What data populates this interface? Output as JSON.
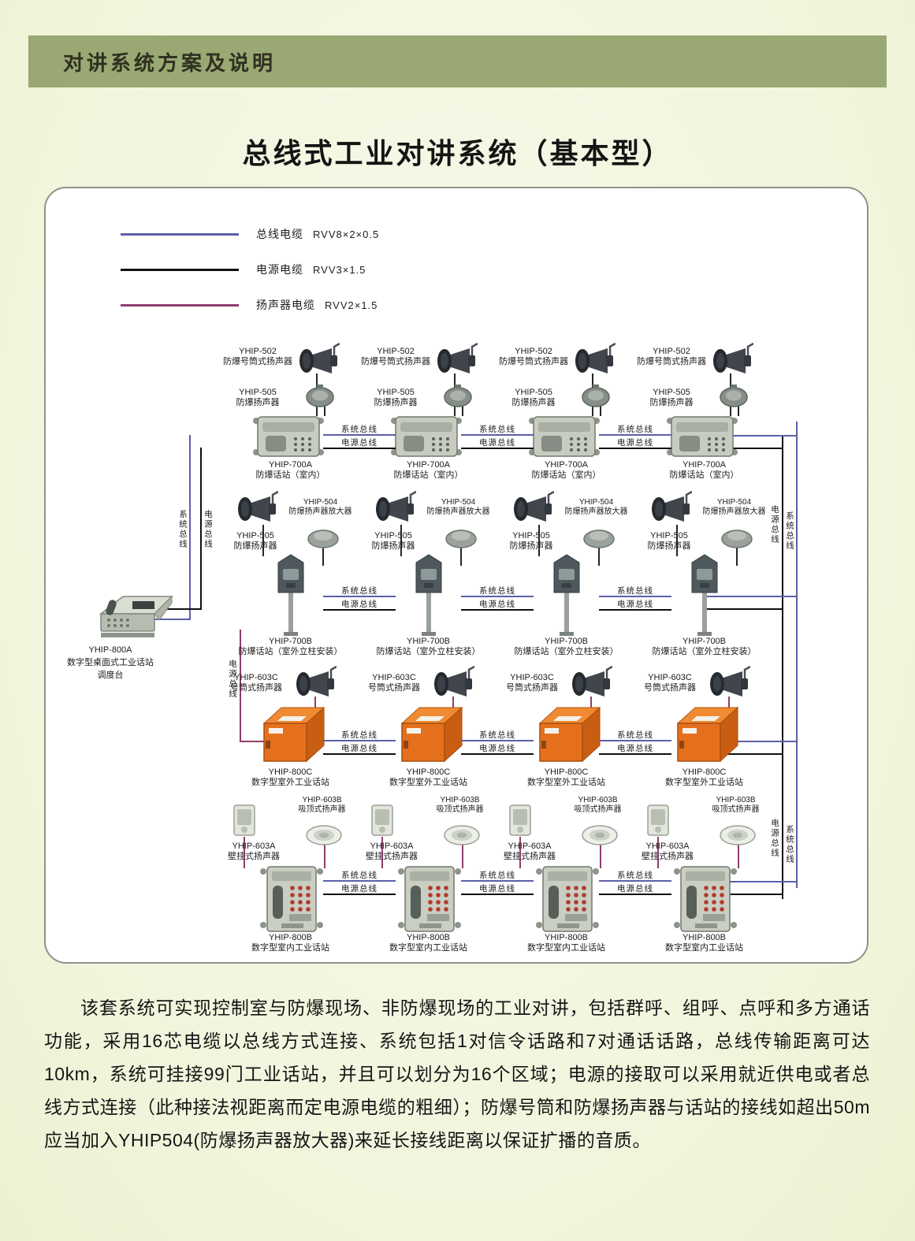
{
  "colors": {
    "header_band": "#9aa873",
    "bus_line": "#5c5fa8",
    "power_line": "#101010",
    "speaker_line": "#8f3e6e",
    "station_orange": "#e4701d"
  },
  "page": {
    "header": "对讲系统方案及说明",
    "title": "总线式工业对讲系统（基本型）"
  },
  "legend": {
    "items": [
      {
        "label": "总线电缆",
        "spec": "RVV8×2×0.5",
        "color": "#5c5fa8"
      },
      {
        "label": "电源电缆",
        "spec": "RVV3×1.5",
        "color": "#101010"
      },
      {
        "label": "扬声器电缆",
        "spec": "RVV2×1.5",
        "color": "#8f3e6e"
      }
    ]
  },
  "bus": {
    "system": "系统总线",
    "power": "电源总线"
  },
  "devices": {
    "yhip502": {
      "model": "YHIP-502",
      "name": "防爆号筒式扬声器"
    },
    "yhip505": {
      "model": "YHIP-505",
      "name": "防爆扬声器"
    },
    "yhip700a": {
      "model": "YHIP-700A",
      "name": "防爆话站（室内）"
    },
    "yhip504": {
      "model": "YHIP-504",
      "name": "防爆扬声器放大器"
    },
    "yhip700b": {
      "model": "YHIP-700B",
      "name": "防爆话站（室外立柱安装）"
    },
    "yhip800a": {
      "model": "YHIP-800A",
      "name": "数字型桌面式工业话站",
      "role": "调度台"
    },
    "yhip603c": {
      "model": "YHIP-603C",
      "name": "号筒式扬声器"
    },
    "yhip800c": {
      "model": "YHIP-800C",
      "name": "数字型室外工业话站"
    },
    "yhip603b": {
      "model": "YHIP-603B",
      "name": "吸顶式扬声器"
    },
    "yhip603a": {
      "model": "YHIP-603A",
      "name": "壁挂式扬声器"
    },
    "yhip800b": {
      "model": "YHIP-800B",
      "name": "数字型室内工业话站"
    }
  },
  "description": "该套系统可实现控制室与防爆现场、非防爆现场的工业对讲，包括群呼、组呼、点呼和多方通话功能，采用16芯电缆以总线方式连接、系统包括1对信令话路和7对通话话路，总线传输距离可达10km，系统可挂接99门工业话站，并且可以划分为16个区域；电源的接取可以采用就近供电或者总线方式连接（此种接法视距离而定电源电缆的粗细）；防爆号筒和防爆扬声器与话站的接线如超出50m应当加入YHIP504(防爆扬声器放大器)来延长接线距离以保证扩播的音质。"
}
